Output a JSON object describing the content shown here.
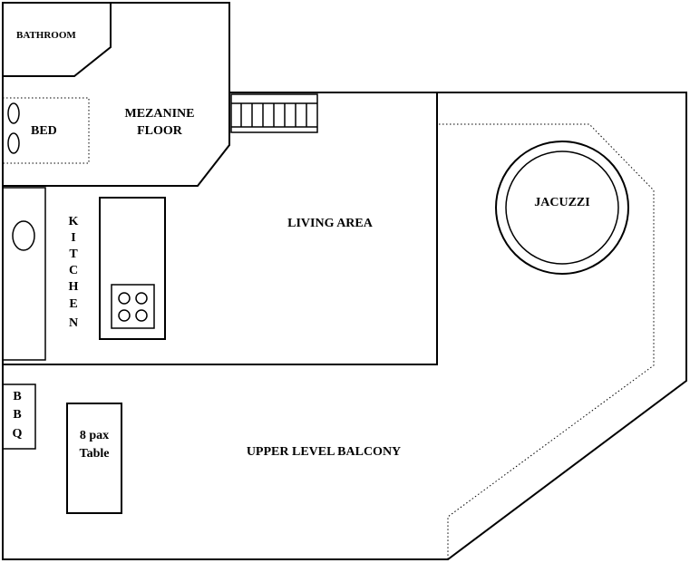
{
  "labels": {
    "bathroom": "BATHROOM",
    "bed": "BED",
    "mezzanine_1": "MEZANINE",
    "mezzanine_2": "FLOOR",
    "living_area": "LIVING AREA",
    "jacuzzi": "JACUZZI",
    "kitchen": [
      "K",
      "I",
      "T",
      "C",
      "H",
      "E",
      "N"
    ],
    "bbq": [
      "B",
      "B",
      "Q"
    ],
    "table_1": "8 pax",
    "table_2": "Table",
    "balcony": "UPPER LEVEL BALCONY"
  }
}
